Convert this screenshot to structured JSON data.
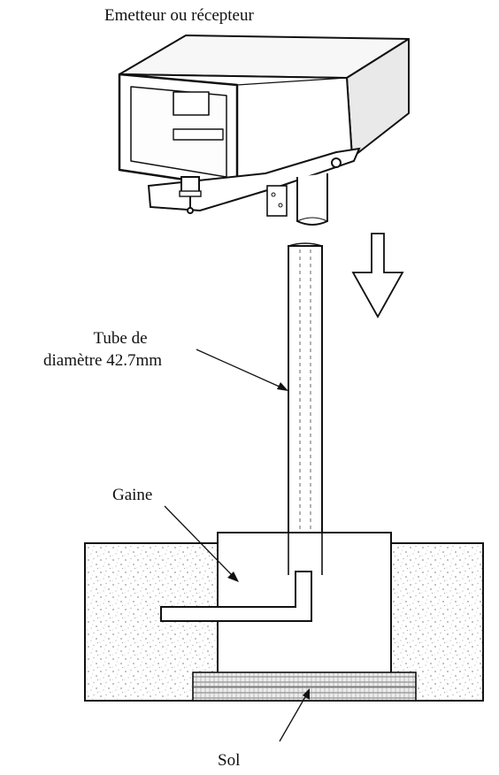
{
  "labels": {
    "device": "Emetteur ou récepteur",
    "tube_line1": "Tube de",
    "tube_line2": "diamètre 42.7mm",
    "sheath": "Gaine",
    "ground": "Sol"
  },
  "colors": {
    "ink": "#111111",
    "concrete": "#d9d9d9",
    "soil": "#8a8a8a"
  },
  "icons": {
    "direction_arrow": "arrow-down-outline-icon",
    "pointer_arrow": "arrow-pointer-icon"
  }
}
